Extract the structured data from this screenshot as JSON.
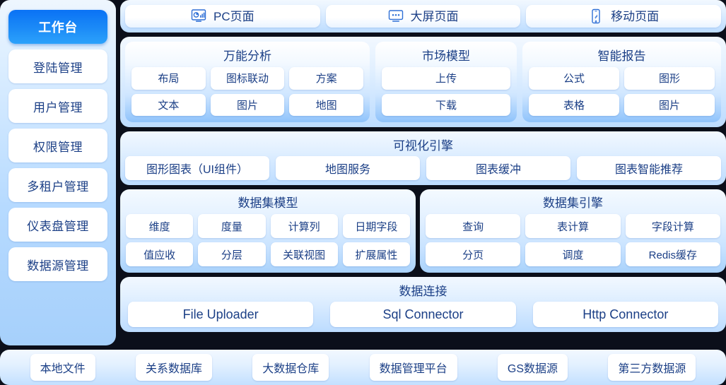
{
  "sidebar": {
    "items": [
      {
        "label": "工作台",
        "active": true
      },
      {
        "label": "登陆管理",
        "active": false
      },
      {
        "label": "用户管理",
        "active": false
      },
      {
        "label": "权限管理",
        "active": false
      },
      {
        "label": "多租户管理",
        "active": false
      },
      {
        "label": "仪表盘管理",
        "active": false
      },
      {
        "label": "数据源管理",
        "active": false
      }
    ]
  },
  "tabs": [
    {
      "label": "PC页面",
      "icon": "monitor-chart-icon"
    },
    {
      "label": "大屏页面",
      "icon": "bigscreen-icon"
    },
    {
      "label": "移动页面",
      "icon": "mobile-phone-icon"
    }
  ],
  "modules": [
    {
      "title": "万能分析",
      "rows": [
        [
          "布局",
          "图标联动",
          "方案"
        ],
        [
          "文本",
          "图片",
          "地图"
        ]
      ]
    },
    {
      "title": "市场模型",
      "rows": [
        [
          "上传"
        ],
        [
          "下载"
        ]
      ]
    },
    {
      "title": "智能报告",
      "rows": [
        [
          "公式",
          "图形"
        ],
        [
          "表格",
          "图片"
        ]
      ]
    }
  ],
  "visualization": {
    "title": "可视化引擎",
    "chips": [
      "图形图表（UI组件）",
      "地图服务",
      "图表缓冲",
      "图表智能推荐"
    ]
  },
  "dataset_model": {
    "title": "数据集模型",
    "rows": [
      [
        "维度",
        "度量",
        "计算列",
        "日期字段"
      ],
      [
        "值应收",
        "分层",
        "关联视图",
        "扩展属性"
      ]
    ]
  },
  "dataset_engine": {
    "title": "数据集引擎",
    "rows": [
      [
        "查询",
        "表计算",
        "字段计算"
      ],
      [
        "分页",
        "调度",
        "Redis缓存"
      ]
    ]
  },
  "data_connection": {
    "title": "数据连接",
    "chips": [
      "File Uploader",
      "Sql Connector",
      "Http Connector"
    ]
  },
  "data_sources": [
    "本地文件",
    "关系数据库",
    "大数据仓库",
    "数据管理平台",
    "GS数据源",
    "第三方数据源"
  ],
  "colors": {
    "accent": "#0a72f5",
    "text": "#1b3f86",
    "panel_light": "#f2f8ff",
    "panel_blue": "#bcdcff",
    "background": "#0b0f1a"
  }
}
